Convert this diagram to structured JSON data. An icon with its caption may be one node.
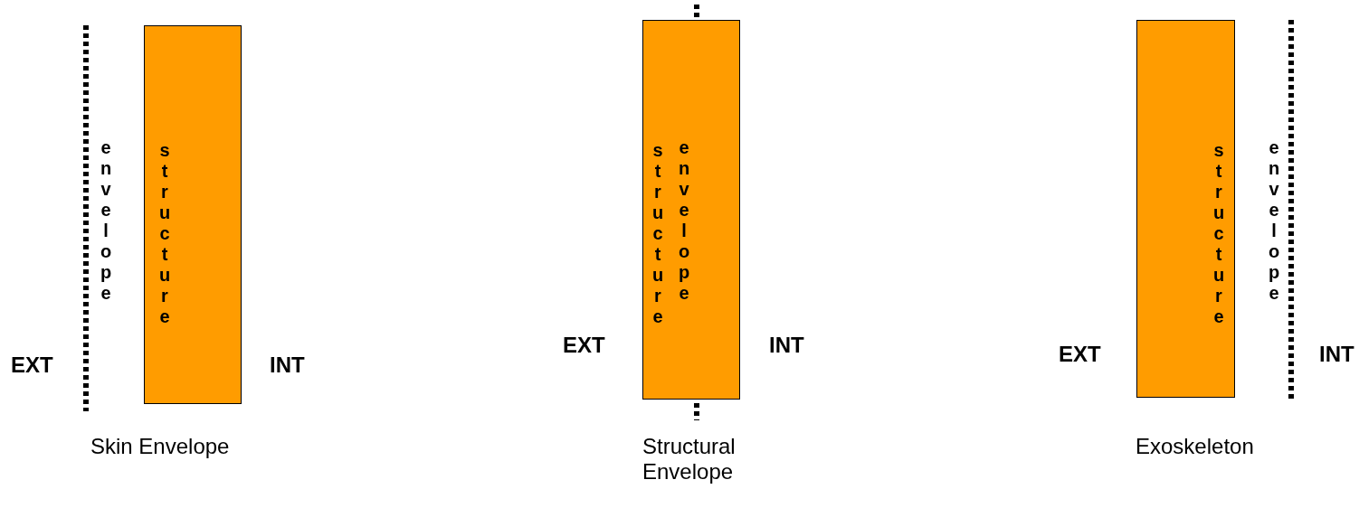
{
  "diagram": {
    "nodes": [
      {
        "text": [
          "structure"
        ]
      },
      {
        "text": [
          "structure"
        ]
      },
      {
        "text": [
          "structure"
        ]
      }
    ],
    "labels": [
      "envelope",
      "EXT",
      "INT",
      "Skin Envelope",
      "envelope",
      "EXT",
      "INT",
      "Structural Envelope",
      "envelope",
      "EXT",
      "INT",
      "Exoskeleton"
    ]
  }
}
